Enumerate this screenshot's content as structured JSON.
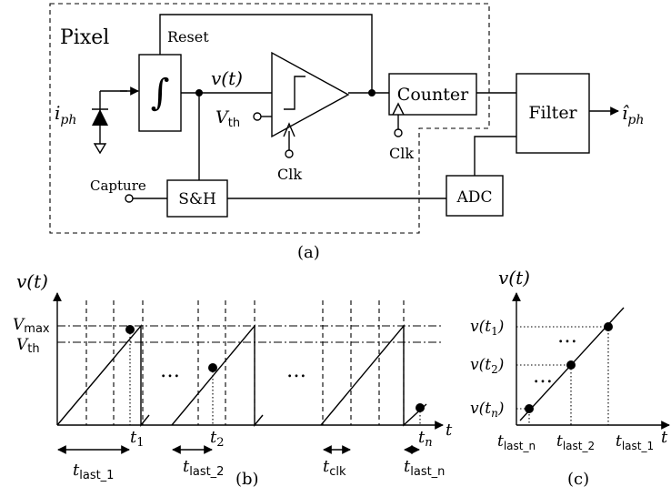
{
  "block_diagram": {
    "pixel_title": "Pixel",
    "reset": "Reset",
    "integrator_symbol": "∫",
    "vt": "v(t)",
    "vth_main": "V",
    "vth_sub": "th",
    "clk": "Clk",
    "counter": "Counter",
    "counter_clk": "Clk",
    "iph_main": "i",
    "iph_sub": "ph",
    "capture": "Capture",
    "sh": "S&H",
    "adc": "ADC",
    "filter": "Filter",
    "output_main": "î",
    "output_sub": "ph",
    "caption": "(a)"
  },
  "panel_b": {
    "ylabel": "v(t)",
    "xlabel": "t",
    "vmax_main": "V",
    "vmax_sub": "max",
    "vth_main": "V",
    "vth_sub": "th",
    "t1_main": "t",
    "t1_sub": "1",
    "t2_main": "t",
    "t2_sub": "2",
    "tn_main": "t",
    "tn_sub": "n",
    "ellipsis_1": "…",
    "ellipsis_2": "…",
    "tlast1_main": "t",
    "tlast1_sub": "last_1",
    "tlast2_main": "t",
    "tlast2_sub": "last_2",
    "tclk_main": "t",
    "tclk_sub": "clk",
    "tlastn_main": "t",
    "tlastn_sub": "last_n",
    "caption": "(b)"
  },
  "panel_c": {
    "ylabel": "v(t)",
    "xlabel": "t",
    "v1": "v(t",
    "v1_sub": "1",
    "v2": "v(t",
    "v2_sub": "2",
    "vn": "v(t",
    "vn_sub": "n",
    "close": ")",
    "ellipsis_1": "…",
    "ellipsis_2": "…",
    "tlastn_main": "t",
    "tlastn_sub": "last_n",
    "tlast2_main": "t",
    "tlast2_sub": "last_2",
    "tlast1_main": "t",
    "tlast1_sub": "last_1",
    "caption": "(c)"
  }
}
